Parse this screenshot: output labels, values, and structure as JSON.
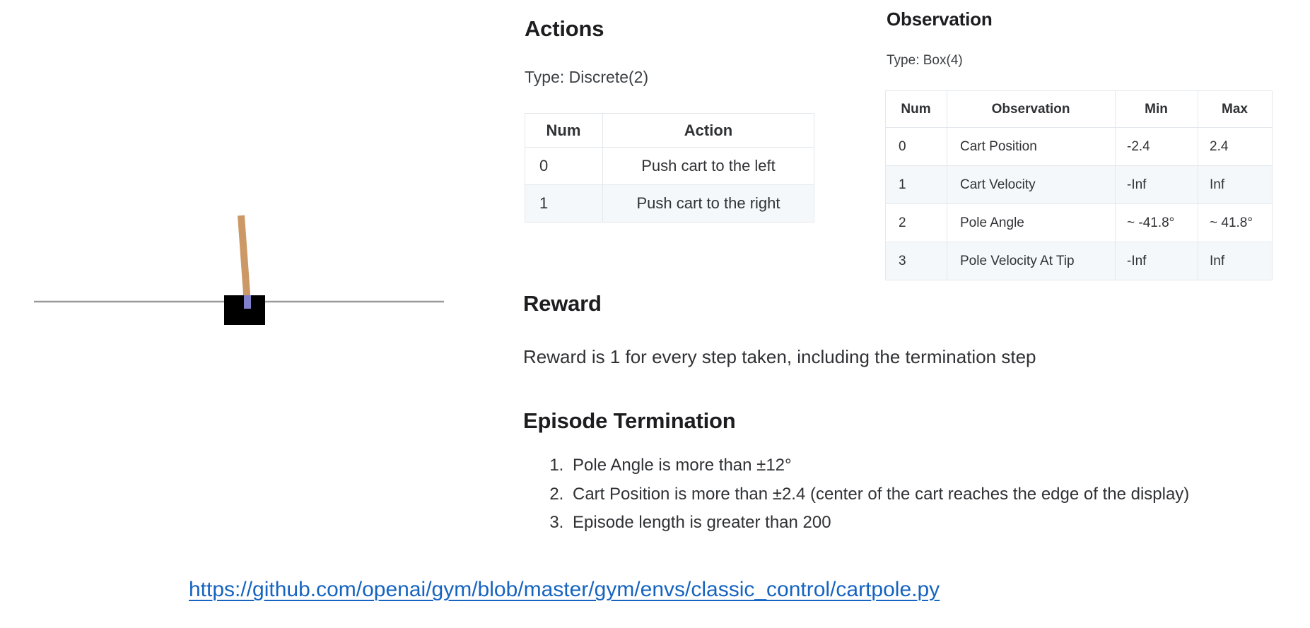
{
  "figure": {
    "name": "cartpole-environment-illustration",
    "track_color": "#9a9a9a",
    "cart_color": "#000000",
    "pole_color": "#cc9966",
    "axle_color": "#8080cc",
    "background": "#ffffff"
  },
  "actions": {
    "heading": "Actions",
    "type_line": "Type: Discrete(2)",
    "columns": [
      "Num",
      "Action"
    ],
    "rows": [
      {
        "num": "0",
        "action": "Push cart to the left"
      },
      {
        "num": "1",
        "action": "Push cart to the right"
      }
    ]
  },
  "observation": {
    "heading": "Observation",
    "type_line": "Type: Box(4)",
    "columns": [
      "Num",
      "Observation",
      "Min",
      "Max"
    ],
    "rows": [
      {
        "num": "0",
        "observation": "Cart Position",
        "min": "-2.4",
        "max": "2.4"
      },
      {
        "num": "1",
        "observation": "Cart Velocity",
        "min": "-Inf",
        "max": "Inf"
      },
      {
        "num": "2",
        "observation": "Pole Angle",
        "min": "~ -41.8°",
        "max": "~ 41.8°"
      },
      {
        "num": "3",
        "observation": "Pole Velocity At Tip",
        "min": "-Inf",
        "max": "Inf"
      }
    ]
  },
  "reward": {
    "heading": "Reward",
    "text": "Reward is 1 for every step taken, including the termination step"
  },
  "termination": {
    "heading": "Episode Termination",
    "items": [
      "Pole Angle is more than ±12°",
      "Cart Position is more than ±2.4 (center of the cart reaches the edge of the display)",
      "Episode length is greater than 200"
    ]
  },
  "footer": {
    "link_text": "https://github.com/openai/gym/blob/master/gym/envs/classic_control/cartpole.py",
    "link_color": "#1664c0"
  }
}
